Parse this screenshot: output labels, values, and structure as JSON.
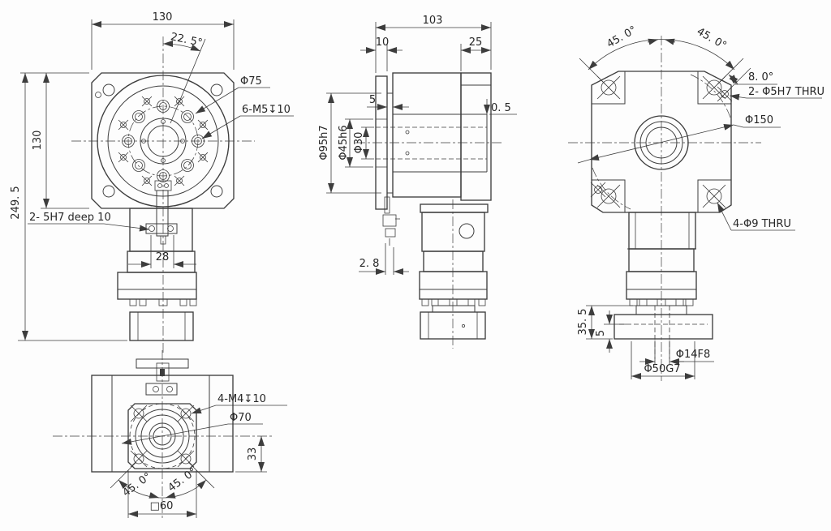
{
  "colors": {
    "background": "#fdfdfd",
    "line": "#3d3d3d",
    "text": "#262626"
  },
  "front": {
    "width": "130",
    "angle": "22. 5°",
    "bolt_circle": "Φ75",
    "tapped_holes": "6-M5↧10",
    "height": "130",
    "total_height": "249. 5",
    "pin_holes": "2- 5H7 deep 10",
    "clamp_width": "28"
  },
  "side": {
    "length": "103",
    "disc_thickness": "10",
    "adapter_width": "25",
    "spigot_height": "5",
    "step": "0. 5",
    "spigot_dia": "Φ95h7",
    "pilot_dia": "Φ45h6",
    "bore_dia": "Φ30",
    "clamp_gap": "2. 8"
  },
  "rear": {
    "angle_left": "45. 0°",
    "angle_right": "45. 0°",
    "pin_angle": "8. 0°",
    "pin_holes": "2- Φ5H7 THRU",
    "bolt_circle": "Φ150",
    "mount_holes": "4-Φ9 THRU",
    "shaft_section": "35. 5",
    "spigot_depth": "5",
    "bore_fit": "Φ14F8",
    "spigot_fit": "Φ50G7"
  },
  "bottom": {
    "tapped_holes": "4-M4↧10",
    "bolt_circle": "Φ70",
    "center_offset": "33",
    "angle_left": "45. 0°",
    "angle_right": "45. 0°",
    "square": "□60"
  }
}
